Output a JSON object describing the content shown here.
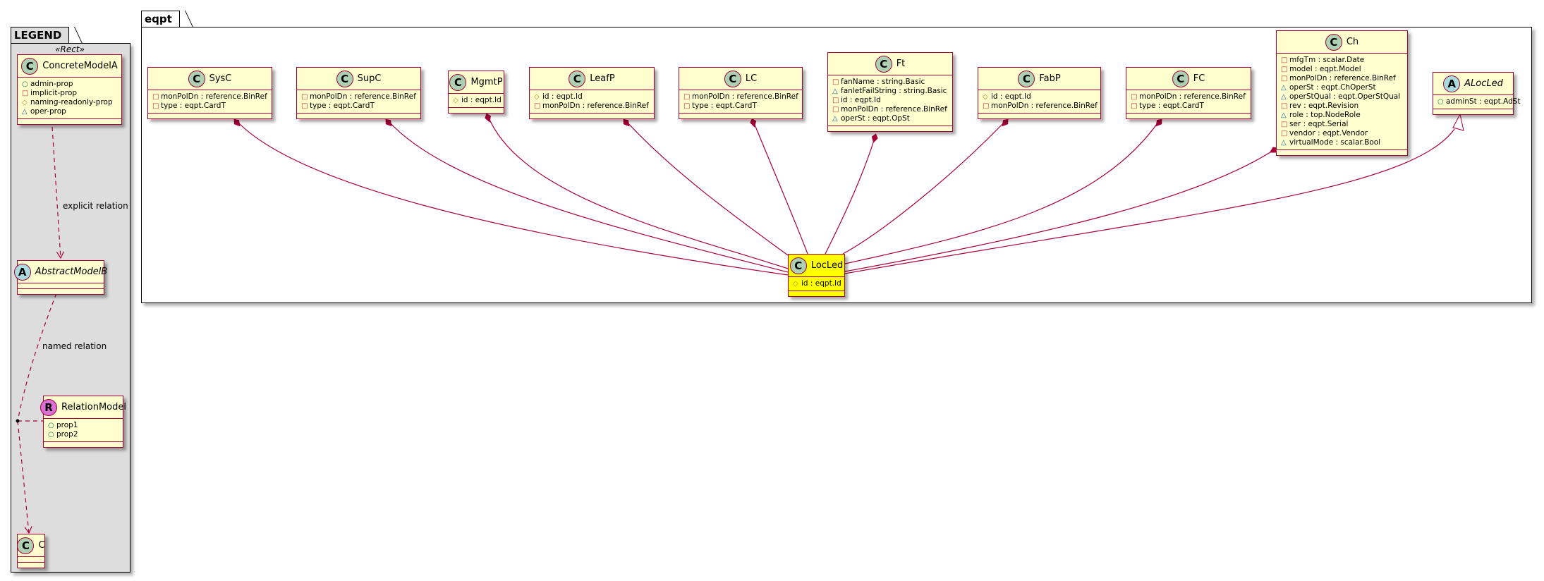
{
  "legend": {
    "title": "LEGEND",
    "stereotype": "«Rect»",
    "explicit_label": "explicit relation",
    "named_label": "named relation",
    "classes": {
      "concrete": {
        "name": "ConcreteModelA",
        "spot": "C",
        "members": [
          {
            "vis": "public",
            "icon": "○",
            "text": "admin-prop"
          },
          {
            "vis": "private",
            "icon": "□",
            "text": "implicit-prop"
          },
          {
            "vis": "protected",
            "icon": "◇",
            "text": "naming-readonly-prop"
          },
          {
            "vis": "package",
            "icon": "△",
            "text": "oper-prop"
          }
        ]
      },
      "abstract": {
        "name": "AbstractModelB",
        "spot": "A",
        "members": []
      },
      "relation": {
        "name": "RelationModel",
        "spot": "R",
        "members": [
          {
            "vis": "public",
            "icon": "○",
            "text": "prop1"
          },
          {
            "vis": "public",
            "icon": "○",
            "text": "prop2"
          }
        ]
      },
      "c": {
        "name": "C",
        "spot": "C",
        "members": []
      }
    }
  },
  "package": {
    "title": "eqpt",
    "classes": {
      "SysC": {
        "name": "SysC",
        "spot": "C",
        "members": [
          {
            "vis": "private",
            "icon": "□",
            "text": "monPolDn : reference.BinRef"
          },
          {
            "vis": "private",
            "icon": "□",
            "text": "type : eqpt.CardT"
          }
        ]
      },
      "SupC": {
        "name": "SupC",
        "spot": "C",
        "members": [
          {
            "vis": "private",
            "icon": "□",
            "text": "monPolDn : reference.BinRef"
          },
          {
            "vis": "private",
            "icon": "□",
            "text": "type : eqpt.CardT"
          }
        ]
      },
      "MgmtP": {
        "name": "MgmtP",
        "spot": "C",
        "members": [
          {
            "vis": "protected",
            "icon": "◇",
            "text": "id : eqpt.Id"
          }
        ]
      },
      "LeafP": {
        "name": "LeafP",
        "spot": "C",
        "members": [
          {
            "vis": "protected",
            "icon": "◇",
            "text": "id : eqpt.Id"
          },
          {
            "vis": "private",
            "icon": "□",
            "text": "monPolDn : reference.BinRef"
          }
        ]
      },
      "LC": {
        "name": "LC",
        "spot": "C",
        "members": [
          {
            "vis": "private",
            "icon": "□",
            "text": "monPolDn : reference.BinRef"
          },
          {
            "vis": "private",
            "icon": "□",
            "text": "type : eqpt.CardT"
          }
        ]
      },
      "Ft": {
        "name": "Ft",
        "spot": "C",
        "members": [
          {
            "vis": "private",
            "icon": "□",
            "text": "fanName : string.Basic"
          },
          {
            "vis": "package",
            "icon": "△",
            "text": "fanletFailString : string.Basic"
          },
          {
            "vis": "private",
            "icon": "□",
            "text": "id : eqpt.Id"
          },
          {
            "vis": "private",
            "icon": "□",
            "text": "monPolDn : reference.BinRef"
          },
          {
            "vis": "package",
            "icon": "△",
            "text": "operSt : eqpt.OpSt"
          }
        ]
      },
      "FabP": {
        "name": "FabP",
        "spot": "C",
        "members": [
          {
            "vis": "protected",
            "icon": "◇",
            "text": "id : eqpt.Id"
          },
          {
            "vis": "private",
            "icon": "□",
            "text": "monPolDn : reference.BinRef"
          }
        ]
      },
      "FC": {
        "name": "FC",
        "spot": "C",
        "members": [
          {
            "vis": "private",
            "icon": "□",
            "text": "monPolDn : reference.BinRef"
          },
          {
            "vis": "private",
            "icon": "□",
            "text": "type : eqpt.CardT"
          }
        ]
      },
      "Ch": {
        "name": "Ch",
        "spot": "C",
        "members": [
          {
            "vis": "private",
            "icon": "□",
            "text": "mfgTm : scalar.Date"
          },
          {
            "vis": "private",
            "icon": "□",
            "text": "model : eqpt.Model"
          },
          {
            "vis": "private",
            "icon": "□",
            "text": "monPolDn : reference.BinRef"
          },
          {
            "vis": "package",
            "icon": "△",
            "text": "operSt : eqpt.ChOperSt"
          },
          {
            "vis": "package",
            "icon": "△",
            "text": "operStQual : eqpt.OperStQual"
          },
          {
            "vis": "private",
            "icon": "□",
            "text": "rev : eqpt.Revision"
          },
          {
            "vis": "package",
            "icon": "△",
            "text": "role : top.NodeRole"
          },
          {
            "vis": "private",
            "icon": "□",
            "text": "ser : eqpt.Serial"
          },
          {
            "vis": "private",
            "icon": "□",
            "text": "vendor : eqpt.Vendor"
          },
          {
            "vis": "package",
            "icon": "△",
            "text": "virtualMode : scalar.Bool"
          }
        ]
      },
      "ALocLed": {
        "name": "ALocLed",
        "spot": "A",
        "members": [
          {
            "vis": "public",
            "icon": "○",
            "text": "adminSt : eqpt.AdSt"
          }
        ]
      },
      "LocLed": {
        "name": "LocLed",
        "spot": "C",
        "members": [
          {
            "vis": "protected",
            "icon": "◇",
            "text": "id : eqpt.Id"
          }
        ]
      }
    }
  },
  "colors": {
    "border": "#A80036",
    "fill": "#FEFECE",
    "highlight": "#FFFF00",
    "legend_bg": "#DDDDDD"
  }
}
